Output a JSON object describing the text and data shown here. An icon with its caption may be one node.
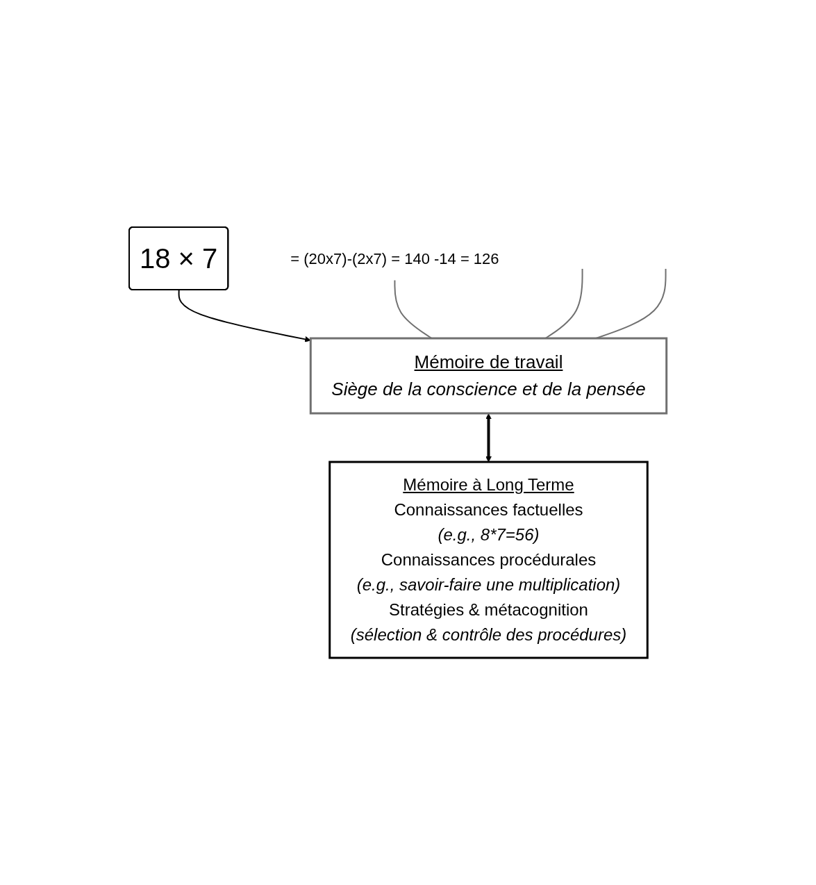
{
  "diagram": {
    "nodes": [
      {
        "text": [
          "18 × 7"
        ]
      },
      {
        "text": [
          "Mémoire de travail",
          "Siège de la conscience et de la pensée"
        ]
      },
      {
        "text": [
          "Mémoire à Long Terme",
          "Connaissances factuelles",
          "(e.g., 8*7=56)",
          "Connaissances procédurales",
          "(e.g., savoir-faire une multiplication)",
          "Stratégies & métacognition",
          "(sélection & contrôle des procédures)"
        ]
      },
      {
        "text": [
          "= (20x7)-(2x7) = 140 -14 = 126"
        ]
      }
    ],
    "edges": [
      {
        "from": 0,
        "to": 1,
        "arrow": "to",
        "color": "#000000"
      },
      {
        "from": 1,
        "to": 2,
        "arrow": "both",
        "style": "thick",
        "color": "#000000"
      },
      {
        "from": 3,
        "to": 1,
        "arrow": "none"
      },
      {
        "from": null,
        "to": 1,
        "arrow": "none"
      },
      {
        "from": null,
        "to": 1,
        "arrow": "none"
      }
    ]
  }
}
